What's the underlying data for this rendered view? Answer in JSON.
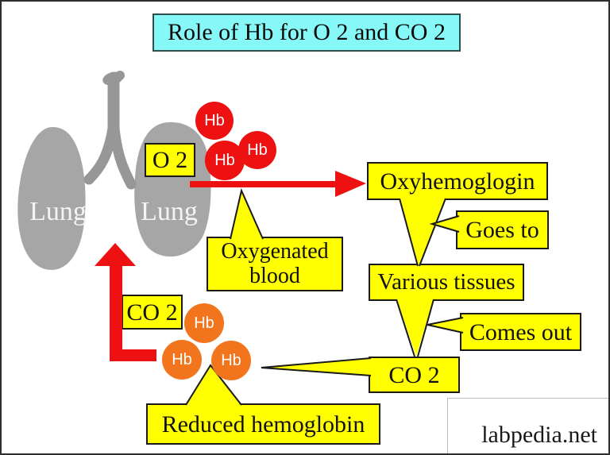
{
  "title": "Role of Hb for O 2 and CO 2",
  "watermark": "labpedia.net",
  "lungs": {
    "left_label": "Lung",
    "right_label": "Lung"
  },
  "hb_label": "Hb",
  "boxes": {
    "o2": "O 2",
    "co2_left": "CO 2",
    "oxyhemoglogin": "Oxyhemoglogin",
    "goes_to": "Goes to",
    "various_tissues": "Various tissues",
    "comes_out": "Comes out",
    "co2_right": "CO 2",
    "oxygenated_line1": "Oxygenated",
    "oxygenated_line2": "blood",
    "reduced_hemoglobin": "Reduced hemoglobin"
  },
  "colors": {
    "arrow_red": "#ED1111",
    "hb_red": "#ED1111",
    "hb_orange": "#F2751D",
    "callout_yellow": "#FFFF00",
    "title_cyan": "#87F8F8",
    "lung_gray": "#A6A6A6",
    "trachea_gray": "#979797"
  }
}
